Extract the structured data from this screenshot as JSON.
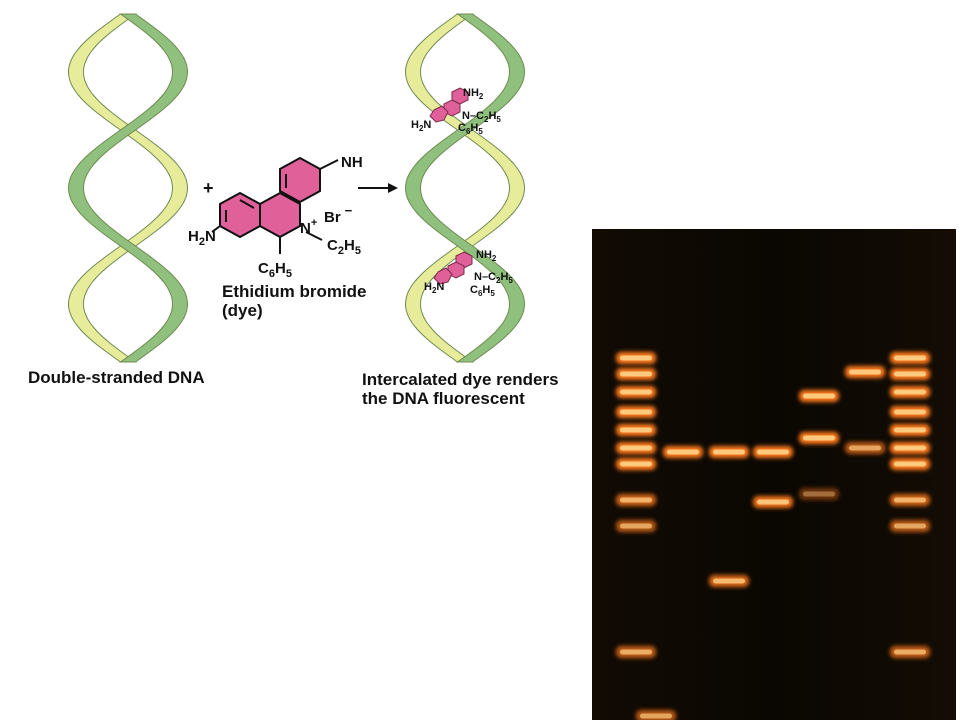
{
  "left_caption": "Double-stranded DNA",
  "right_caption_line1": "Intercalated dye renders",
  "right_caption_line2": "the DNA fluorescent",
  "plus_sign": "+",
  "arrow": "→",
  "dye": {
    "name_line1": "Ethidium bromide",
    "name_line2": "(dye)",
    "group_nh": "NH",
    "group_h2n": "H",
    "group_h2n_sub": "2",
    "group_h2n_tail": "N",
    "group_n_plus": "N",
    "group_n_plus_sup": "+",
    "counter_ion": "Br",
    "counter_ion_sup": "−",
    "ethyl": "C",
    "ethyl_sub1": "2",
    "ethyl_mid": "H",
    "ethyl_sub2": "5",
    "phenyl": "C",
    "phenyl_sub1": "6",
    "phenyl_mid": "H",
    "phenyl_sub2": "5"
  },
  "intercalated_labels": {
    "nh2": "NH",
    "nh2_sub": "2",
    "h2n": "H",
    "h2n_sub": "2",
    "h2n_tail": "N",
    "n_ethyl": "N–C",
    "n_ethyl_sub1": "2",
    "n_ethyl_mid": "H",
    "n_ethyl_sub2": "5",
    "phenyl": "C",
    "phenyl_sub1": "6",
    "phenyl_mid": "H",
    "phenyl_sub2": "5"
  },
  "colors": {
    "strand_light": "#e6ec9a",
    "strand_green": "#8fc07e",
    "dye_pink": "#e0609a",
    "gel_bg": "#0a0702",
    "band": "#ff7a1a",
    "band_core": "#ffd38a"
  }
}
